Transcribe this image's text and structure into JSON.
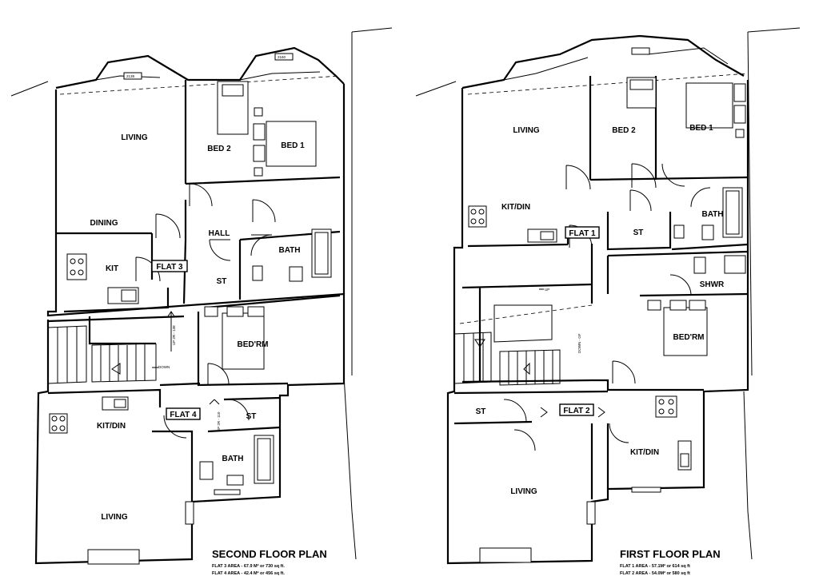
{
  "second_floor": {
    "title": "SECOND FLOOR PLAN",
    "areas": [
      "FLAT 3 AREA - 67.9 M² or 730 sq ft.",
      "FLAT 4 AREA - 42.4 M² or 456 sq ft."
    ],
    "rooms": {
      "living_top": "LIVING",
      "bed2": "BED 2",
      "bed1": "BED 1",
      "dining": "DINING",
      "hall": "HALL",
      "kit": "KIT",
      "bath": "BATH",
      "st": "ST",
      "bedrm": "BED'RM",
      "kitdin": "KIT/DIN",
      "st2": "ST",
      "bath2": "BATH",
      "living_bottom": "LIVING"
    },
    "flat_tags": [
      "FLAT 3",
      "FLAT 4"
    ],
    "notes": [
      "2138",
      "2160",
      "UP 2R - 138",
      "DOWN",
      "UP 2R - 110"
    ]
  },
  "first_floor": {
    "title": "FIRST FLOOR PLAN",
    "areas": [
      "FLAT 1 AREA - 57.1M² or 614 sq ft",
      "FLAT 2 AREA - 54.0M² or 580 sq ft"
    ],
    "rooms": {
      "living_top": "LIVING",
      "bed2": "BED 2",
      "bed1": "BED 1",
      "kitdin_top": "KIT/DIN",
      "bath": "BATH",
      "st": "ST",
      "shwr": "SHWR",
      "bedrm": "BED'RM",
      "st2": "ST",
      "kitdin_bottom": "KIT/DIN",
      "living_bottom": "LIVING"
    },
    "flat_tags": [
      "FLAT 1",
      "FLAT 2"
    ],
    "notes": [
      "UP",
      "DOWN - GF"
    ]
  }
}
